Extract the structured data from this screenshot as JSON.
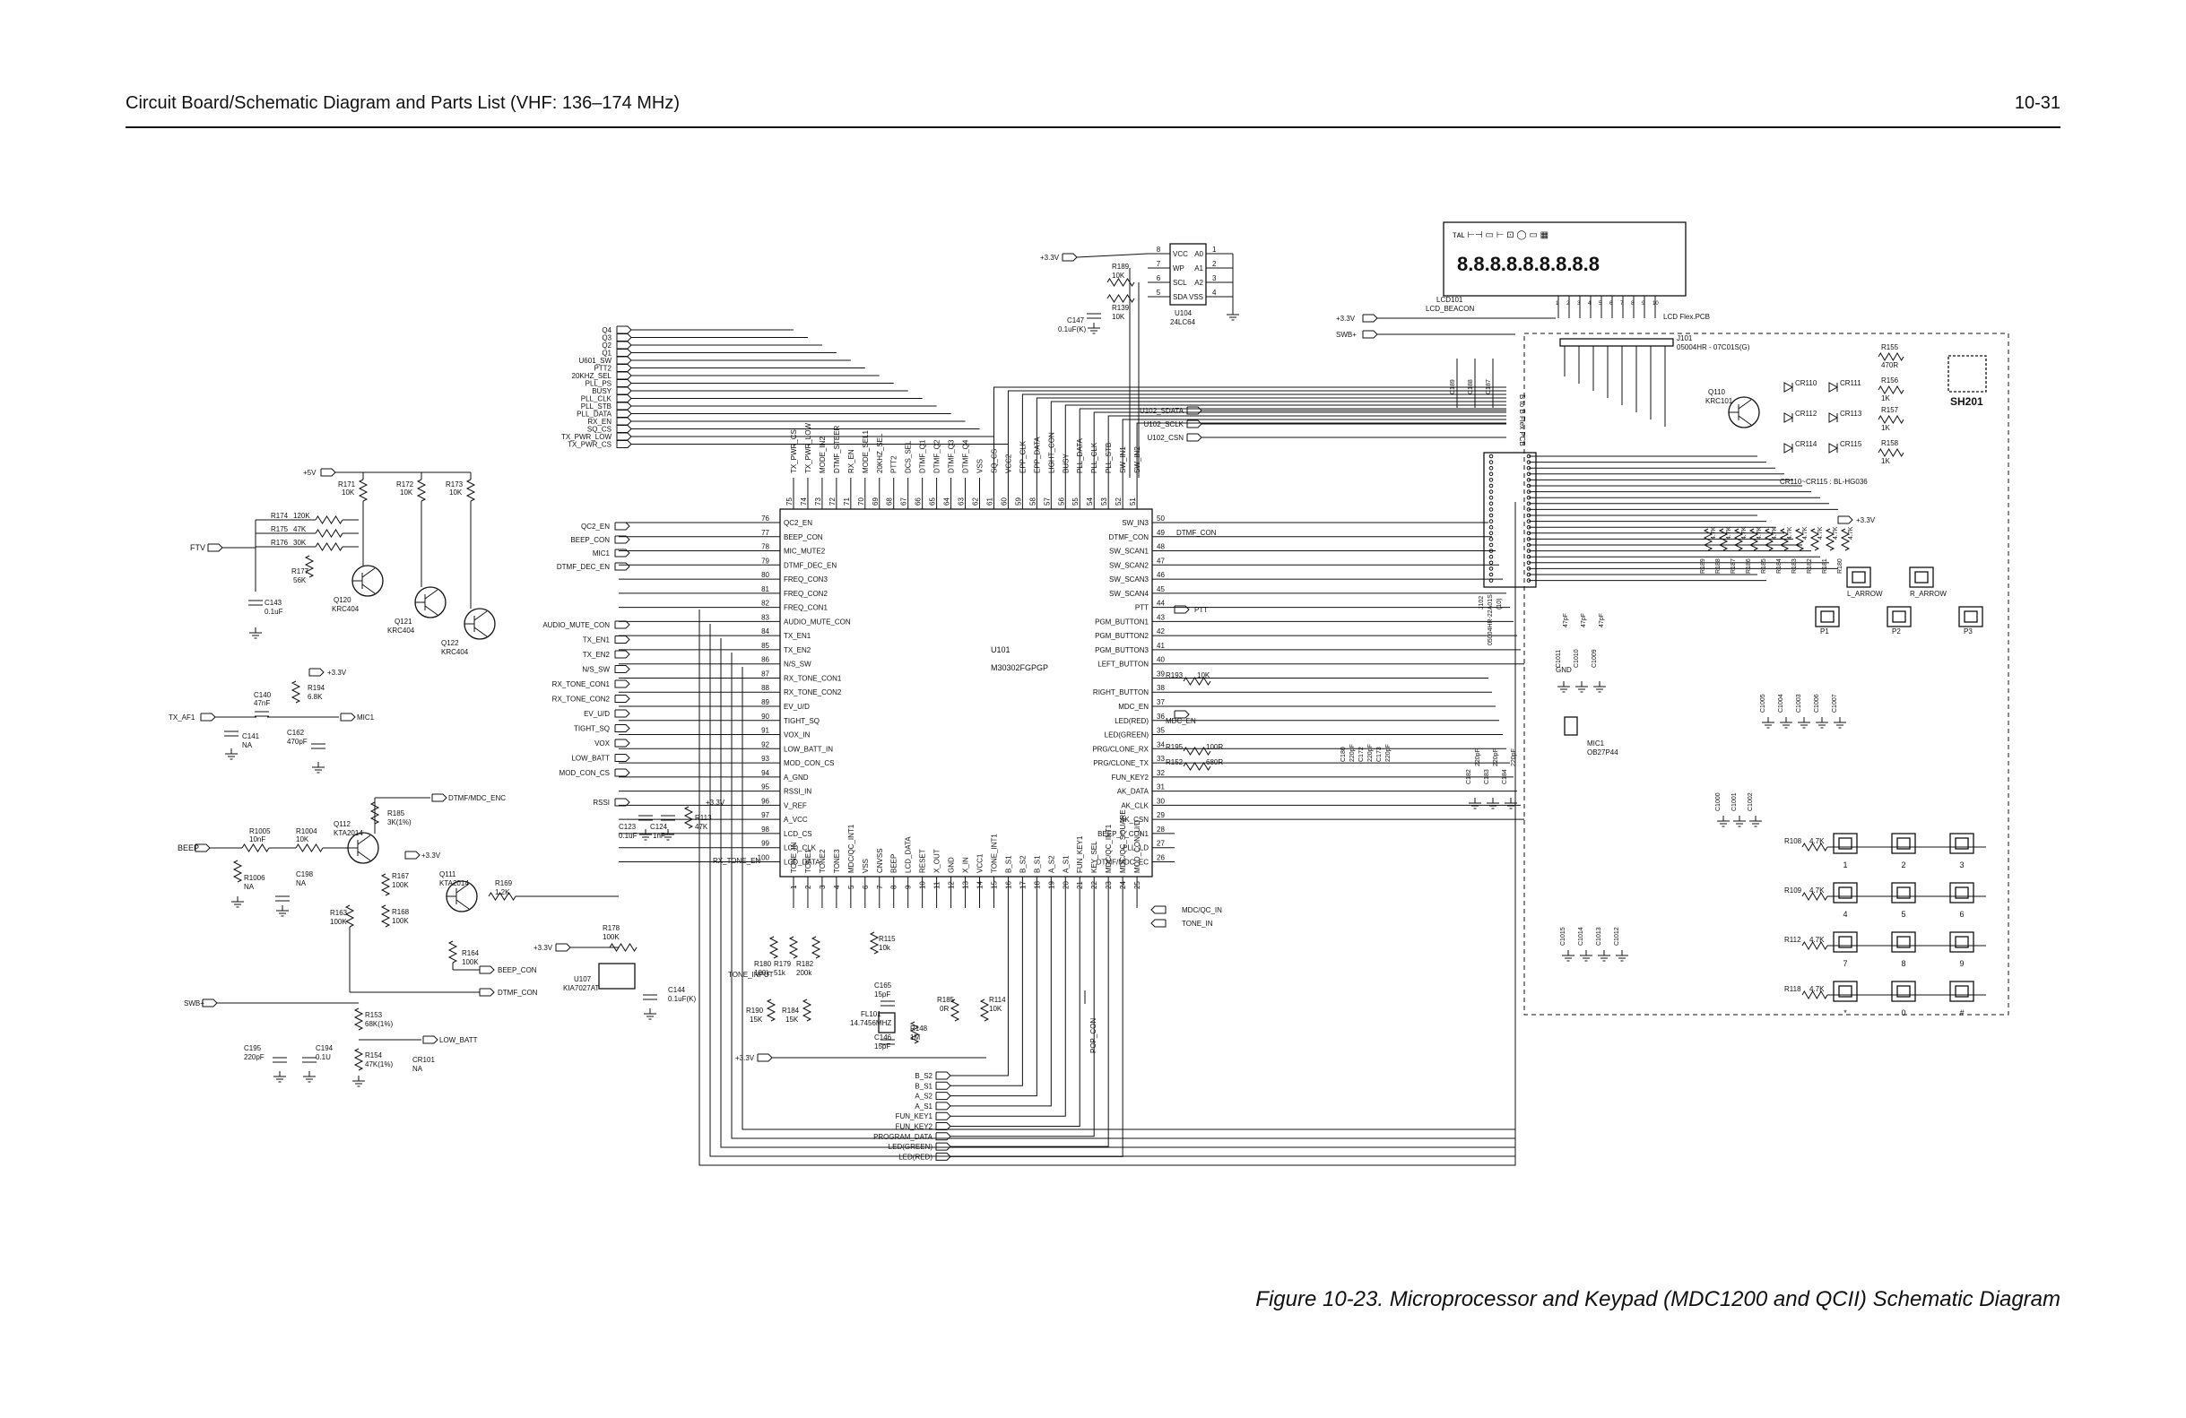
{
  "header": {
    "title": "Circuit Board/Schematic Diagram and Parts List (VHF: 136–174 MHz)",
    "page_number": "10-31"
  },
  "caption": "Figure 10-23. Microprocessor and Keypad  (MDC1200 and QCII) Schematic Diagram",
  "colors": {
    "ink": "#111111",
    "background": "#ffffff"
  },
  "mcu": {
    "ref": "U101",
    "part": "M30302FGPGP",
    "left_pins": [
      [
        "76",
        "QC2_EN"
      ],
      [
        "77",
        "BEEP_CON"
      ],
      [
        "78",
        "MIC_MUTE2"
      ],
      [
        "79",
        "DTMF_DEC_EN"
      ],
      [
        "80",
        "FREQ_CON3"
      ],
      [
        "81",
        "FREQ_CON2"
      ],
      [
        "82",
        "FREQ_CON1"
      ],
      [
        "83",
        "AUDIO_MUTE_CON"
      ],
      [
        "84",
        "TX_EN1"
      ],
      [
        "85",
        "TX_EN2"
      ],
      [
        "86",
        "N/S_SW"
      ],
      [
        "87",
        "RX_TONE_CON1"
      ],
      [
        "88",
        "RX_TONE_CON2"
      ],
      [
        "89",
        "EV_U/D"
      ],
      [
        "90",
        "TIGHT_SQ"
      ],
      [
        "91",
        "VOX_IN"
      ],
      [
        "92",
        "LOW_BATT_IN"
      ],
      [
        "93",
        "MOD_CON_CS"
      ],
      [
        "94",
        "A_GND"
      ],
      [
        "95",
        "RSSI_IN"
      ],
      [
        "96",
        "V_REF"
      ],
      [
        "97",
        "A_VCC"
      ],
      [
        "98",
        "LCD_CS"
      ],
      [
        "99",
        "LCD_CLK"
      ],
      [
        "100",
        "LCD_DATA"
      ]
    ],
    "right_pins": [
      [
        "50",
        "SW_IN3"
      ],
      [
        "49",
        "DTMF_CON"
      ],
      [
        "48",
        "SW_SCAN1"
      ],
      [
        "47",
        "SW_SCAN2"
      ],
      [
        "46",
        "SW_SCAN3"
      ],
      [
        "45",
        "SW_SCAN4"
      ],
      [
        "44",
        "PTT"
      ],
      [
        "43",
        "PGM_BUTTON1"
      ],
      [
        "42",
        "PGM_BUTTON2"
      ],
      [
        "41",
        "PGM_BUTTON3"
      ],
      [
        "40",
        "LEFT_BUTTON"
      ],
      [
        "39",
        ""
      ],
      [
        "38",
        "RIGHT_BUTTON"
      ],
      [
        "37",
        "MDC_EN"
      ],
      [
        "36",
        "LED(RED)"
      ],
      [
        "35",
        "LED(GREEN)"
      ],
      [
        "34",
        "PRG/CLONE_RX"
      ],
      [
        "33",
        "PRG/CLONE_TX"
      ],
      [
        "32",
        "FUN_KEY2"
      ],
      [
        "31",
        "AK_DATA"
      ],
      [
        "30",
        "AK_CLK"
      ],
      [
        "29",
        "AK_CSN"
      ],
      [
        "28",
        "BEEP_L_CON1"
      ],
      [
        "27",
        "PLL_LD"
      ],
      [
        "26",
        "DTMF/MDC_EC"
      ]
    ],
    "top_pins": [
      [
        "75",
        "TX_PWR_CS"
      ],
      [
        "74",
        "TX_PWR_LOW"
      ],
      [
        "73",
        "MODE_IN2"
      ],
      [
        "72",
        "DTMF_STEER"
      ],
      [
        "71",
        "RX_EN"
      ],
      [
        "70",
        "MODE_SEL1"
      ],
      [
        "69",
        "20KHZ_SEL"
      ],
      [
        "68",
        "PTT2"
      ],
      [
        "67",
        "DCS_SEL"
      ],
      [
        "66",
        "DTMF_Q1"
      ],
      [
        "65",
        "DTMF_Q2"
      ],
      [
        "64",
        "DTMF_Q3"
      ],
      [
        "63",
        "DTMF_Q4"
      ],
      [
        "62",
        "VSS"
      ],
      [
        "61",
        "SQ_CS"
      ],
      [
        "60",
        "VCC2"
      ],
      [
        "59",
        "EPP_CLK"
      ],
      [
        "58",
        "EPP_DATA"
      ],
      [
        "57",
        "LIGHT_CON"
      ],
      [
        "56",
        "BUSY"
      ],
      [
        "55",
        "PLL_DATA"
      ],
      [
        "54",
        "PLL_CLK"
      ],
      [
        "53",
        "PLL_STB"
      ],
      [
        "52",
        "SW_IN1"
      ],
      [
        "51",
        "SW_IN2"
      ]
    ],
    "bottom_pins": [
      [
        "1",
        "TONE_IN"
      ],
      [
        "2",
        "TONE1"
      ],
      [
        "3",
        "TONE2"
      ],
      [
        "4",
        "TONE3"
      ],
      [
        "5",
        "MDC/QC_INT1"
      ],
      [
        "6",
        "VSS"
      ],
      [
        "7",
        "CNVSS"
      ],
      [
        "8",
        "BEEP"
      ],
      [
        "9",
        "LCD_DATA"
      ],
      [
        "10",
        "RESET"
      ],
      [
        "11",
        "X_OUT"
      ],
      [
        "12",
        "GND"
      ],
      [
        "13",
        "X_IN"
      ],
      [
        "14",
        "VCC1"
      ],
      [
        "15",
        "TONE_INT1"
      ],
      [
        "16",
        "B_S1"
      ],
      [
        "17",
        "B_S2"
      ],
      [
        "18",
        "B_S1"
      ],
      [
        "19",
        "A_S2"
      ],
      [
        "20",
        "A_S1"
      ],
      [
        "21",
        "FUN_KEY1"
      ],
      [
        "22",
        "KEY_SEL"
      ],
      [
        "23",
        "MDC/QC_INT1"
      ],
      [
        "24",
        "MDC/QC_SQUARE"
      ],
      [
        "25",
        "MOD_CON_U/D"
      ]
    ]
  },
  "eeprom": {
    "ref": "U104",
    "part": "24LC64",
    "pins_left": [
      [
        "8",
        "VCC"
      ],
      [
        "7",
        "WP"
      ],
      [
        "6",
        "SCL"
      ],
      [
        "5",
        "SDA"
      ]
    ],
    "pins_right": [
      [
        "A0",
        "1"
      ],
      [
        "A1",
        "2"
      ],
      [
        "A2",
        "3"
      ],
      [
        "VSS",
        "4"
      ]
    ],
    "labels": [
      "+3.3V",
      "R189",
      "10K",
      "R139",
      "10K",
      "C147",
      "0.1uF(K)"
    ]
  },
  "lcd": {
    "ref": "LCD101",
    "part": "LCD_BEACON",
    "flex": "LCD   Flex.PCB",
    "segments": "8.8.8.8.8.8.8.8.8"
  },
  "connector": {
    "ref": "J101",
    "part": "05004HR - 07C01S(G)",
    "b2b": "B to B Flex PCB",
    "j102": "J102",
    "j102_part": "05004HR-22A01S",
    "j102_b": "(10)"
  },
  "left_bus": [
    "Q4",
    "Q3",
    "Q2",
    "Q1",
    "U601_SW",
    "PTT2",
    "20KHZ_SEL",
    "PLL_PS",
    "BUSY",
    "PLL_CLK",
    "PLL_STB",
    "PLL_DATA",
    "RX_EN",
    "SQ_CS",
    "TX_PWR_LOW",
    "TX_PWR_CS"
  ],
  "mcu_left_nets": [
    "QC2_EN",
    "BEEP_CON",
    "MIC1",
    "DTMF_DEC_EN"
  ],
  "mcu_left_nets2": [
    "AUDIO_MUTE_CON",
    "TX_EN1",
    "TX_EN2",
    "N/S_SW",
    "RX_TONE_CON1",
    "RX_TONE_CON2",
    "EV_U/D",
    "TIGHT_SQ",
    "VOX",
    "LOW_BATT",
    "MOD_CON_CS"
  ],
  "right_nets": [
    "U102_SDATA",
    "U102_SCLK",
    "U102_CSN"
  ],
  "power": {
    "v5": "+5V",
    "v33": "+3.3V",
    "swb": "SWB+"
  },
  "ftv_section": {
    "ftv": "FTV",
    "parts": [
      "R171",
      "10K",
      "R172",
      "10K",
      "R173",
      "10K",
      "R174",
      "120K",
      "R175",
      "47K",
      "R176",
      "30K",
      "R177",
      "56K",
      "C143",
      "0.1uF",
      "Q120",
      "KRC404",
      "Q121",
      "KRC404",
      "Q122",
      "KRC404"
    ]
  },
  "txaf_section": {
    "net": "TX_AF1",
    "mic": "MIC1",
    "parts": [
      "C140",
      "47nF",
      "R194",
      "6.8K",
      "C141",
      "NA",
      "C162",
      "470pF"
    ]
  },
  "beep_section": {
    "beep": "BEEP",
    "dtmf": "DTMF/MDC_ENC",
    "parts": [
      "R1005",
      "10nF",
      "R1004",
      "10K",
      "R1006",
      "NA",
      "C198",
      "NA",
      "Q112",
      "KTA2014",
      "R185",
      "3K(1%)",
      "R167",
      "100K",
      "R168",
      "100K",
      "Q111",
      "KTA2014",
      "R169",
      "1.2K",
      "R163",
      "100K",
      "R164",
      "100K"
    ],
    "beep_con": "BEEP_CON",
    "dtmf_con": "DTMF_CON"
  },
  "reg_section": {
    "parts": [
      "R178",
      "100K",
      "U107",
      "KIA7027AT",
      "C144",
      "0.1uF(K)",
      "C123",
      "0.1uF",
      "C124",
      "1nF",
      "R113",
      "47K"
    ],
    "rssi": "RSSI"
  },
  "batt_section": {
    "parts": [
      "C195",
      "220pF",
      "C194",
      "0.1U",
      "R153",
      "68K(1%)",
      "R154",
      "47K(1%)",
      "CR101",
      "NA"
    ],
    "low_batt": "LOW_BATT"
  },
  "bottom_section": {
    "rx_tone_en": "RX_TONE_EN",
    "tone_input": "TONE_INPUT",
    "parts": [
      "R180",
      "100k",
      "R179",
      "51k",
      "R182",
      "200k",
      "R115",
      "10k",
      "R190",
      "15K",
      "R184",
      "15K",
      "C165",
      "15pF",
      "FL101",
      "14.7456MHZ",
      "C146",
      "15pF",
      "R148",
      "1M",
      "R185",
      "0R",
      "R114",
      "10K"
    ],
    "bus": [
      "B_S2",
      "B_S1",
      "A_S2",
      "A_S1",
      "FUN_KEY1",
      "FUN_KEY2",
      "PROGRAM_DATA",
      "LED(GREEN)",
      "LED(RED)"
    ],
    "pop_con": "POP_CON"
  },
  "mcu_right_extra": [
    "MDC/QC_IN",
    "TONE_IN",
    "PTT",
    "MDC_EN",
    "DTMF_CON",
    "R193",
    "10K",
    "R195",
    "100R",
    "R152",
    "680R"
  ],
  "keypad": {
    "shield": "SH201",
    "q110": "Q110",
    "q110_part": "KRC101",
    "led_note": "CR110~CR115 : BL-HG036",
    "leds": [
      "CR110",
      "CR111",
      "CR112",
      "CR113",
      "CR114",
      "CR115"
    ],
    "resistors": [
      "R155",
      "470R",
      "R156",
      "1K",
      "R157",
      "1K",
      "R158",
      "1K"
    ],
    "arrows": [
      "L_ARROW",
      "R_ARROW"
    ],
    "prog": [
      "P1",
      "P2",
      "P3"
    ],
    "keys": [
      "1",
      "2",
      "3",
      "4",
      "5",
      "6",
      "7",
      "8",
      "9",
      "*",
      "0",
      "#"
    ],
    "row_resistors": [
      [
        "R108",
        "4.7K"
      ],
      [
        "R109",
        "4.7K"
      ],
      [
        "R112",
        "4.7K"
      ],
      [
        "R118",
        "4.7K"
      ]
    ],
    "mic": "MIC1",
    "mic_part": "OB27P44",
    "gnd": "GND",
    "cap_rows": [
      "47pF",
      "47pF",
      "47pF",
      "47pF",
      "47pF",
      "47pF"
    ]
  }
}
